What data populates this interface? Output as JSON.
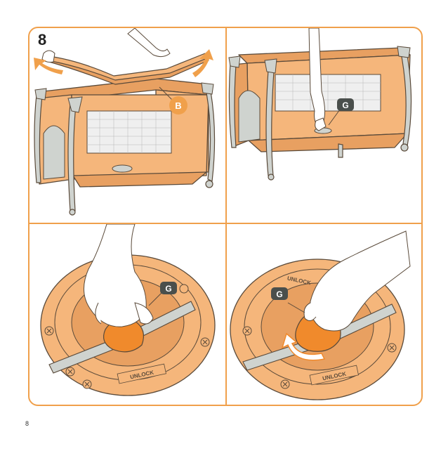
{
  "step": {
    "number": "8"
  },
  "labels": {
    "b": "B",
    "g": "G"
  },
  "mechanism": {
    "unlock_text": "UNLOCK"
  },
  "footer": {
    "page_number": "8"
  },
  "colors": {
    "accent": "#f0a04b",
    "fabric": "#f5b67b",
    "fabric_dark": "#e8a061",
    "outline": "#5a4a3a",
    "frame_gray": "#cfd3cf",
    "mesh": "#efefef",
    "knob": "#f08a2c",
    "badge_dark": "#4a4f4c"
  }
}
